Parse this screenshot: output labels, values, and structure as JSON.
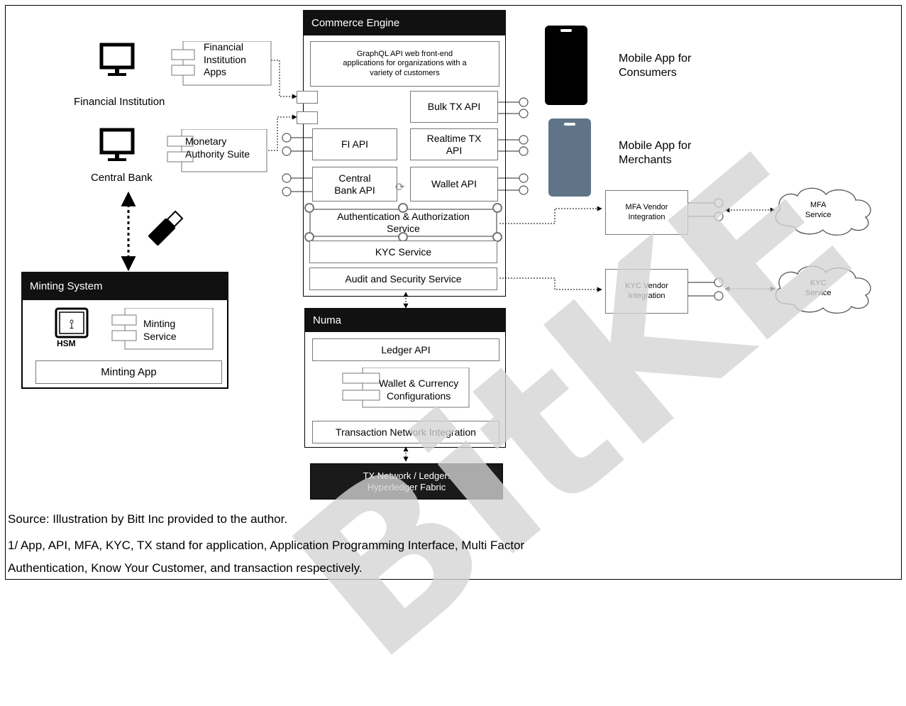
{
  "commerce_engine": {
    "title": "Commerce Engine",
    "graphql": "GraphQL API web front-end\napplications for organizations with a\nvariety of customers",
    "bulk_tx_api": "Bulk TX API",
    "realtime_tx_api": "Realtime TX\nAPI",
    "wallet_api": "Wallet API",
    "fi_api": "FI API",
    "central_bank_api": "Central\nBank API",
    "auth_service": "Authentication & Authorization\nService",
    "kyc_service": "KYC Service",
    "audit_service": "Audit and Security Service"
  },
  "actors": {
    "financial_institution": "Financial Institution",
    "fi_apps": "Financial\nInstitution\nApps",
    "central_bank": "Central Bank",
    "monetary_suite": "Monetary\nAuthority Suite",
    "mobile_consumers": "Mobile App for\nConsumers",
    "mobile_merchants": "Mobile App for\nMerchants"
  },
  "minting": {
    "title": "Minting System",
    "service": "Minting\nService",
    "hsm": "HSM",
    "app": "Minting App"
  },
  "numa": {
    "title": "Numa",
    "ledger_api": "Ledger API",
    "wallet_config": "Wallet & Currency\nConfigurations",
    "tx_network_integration": "Transaction Network Integration"
  },
  "tx_network": "TX Network / Ledger:\nHyperledger Fabric",
  "vendors": {
    "mfa_integration": "MFA Vendor\nIntegration",
    "mfa_service": "MFA\nService",
    "kyc_integration": "KYC Vendor\nIntegration",
    "kyc_service": "KYC\nService"
  },
  "watermark": "BitKE",
  "caption": {
    "source": "Source: Illustration by Bitt Inc provided to the author.",
    "note_line1": "1/ App, API, MFA, KYC, TX stand for application, Application Programming Interface, Multi Factor",
    "note_line2": "Authentication, Know Your Customer, and transaction respectively."
  },
  "colors": {
    "header_bg": "#111111",
    "phone_merchant": "#5f7587",
    "phone_consumer": "#000000",
    "watermark": "#d4d4d4"
  }
}
